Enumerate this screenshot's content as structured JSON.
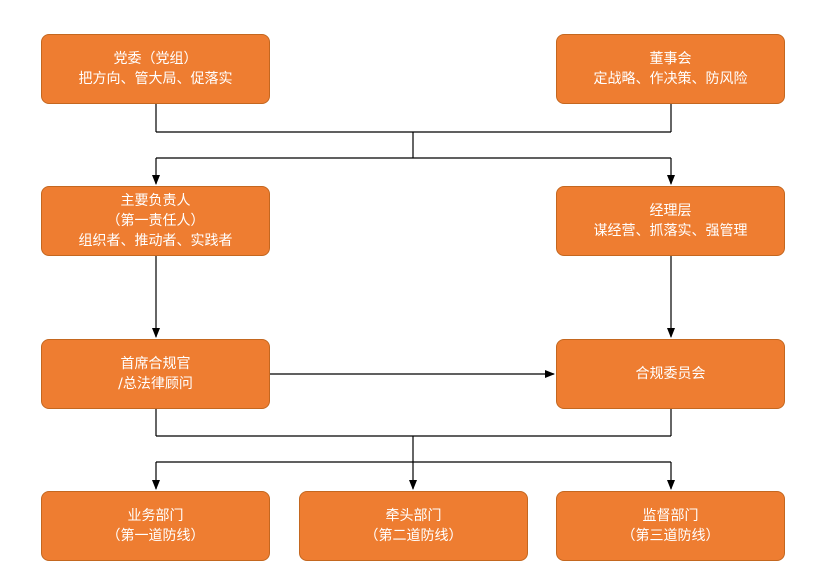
{
  "nodes": {
    "party": {
      "lines": [
        "党委（党组）",
        "把方向、管大局、促落实"
      ]
    },
    "board": {
      "lines": [
        "董事会",
        "定战略、作决策、防风险"
      ]
    },
    "head": {
      "lines": [
        "主要负责人",
        "（第一责任人）",
        "组织者、推动者、实践者"
      ]
    },
    "manager": {
      "lines": [
        "经理层",
        "谋经营、抓落实、强管理"
      ]
    },
    "cco": {
      "lines": [
        "首席合规官",
        "/总法律顾问"
      ]
    },
    "committee": {
      "lines": [
        "合规委员会"
      ]
    },
    "business": {
      "lines": [
        "业务部门",
        "（第一道防线）"
      ]
    },
    "lead": {
      "lines": [
        "牵头部门",
        "（第二道防线）"
      ]
    },
    "supervise": {
      "lines": [
        "监督部门",
        "（第三道防线）"
      ]
    }
  },
  "colors": {
    "box_fill": "#ee7d31",
    "box_border": "#c4671f",
    "box_text": "#ffffff",
    "connector": "#000000"
  }
}
